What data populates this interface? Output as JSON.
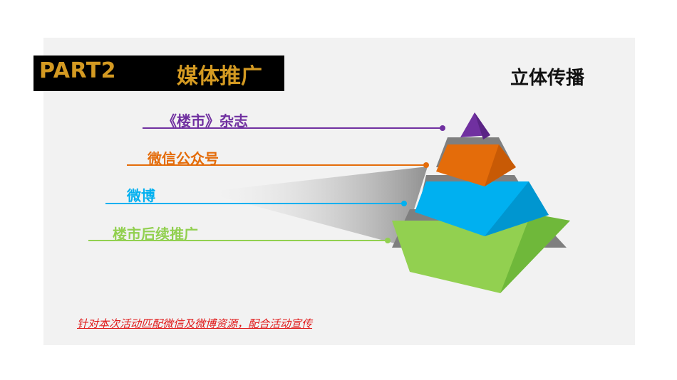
{
  "header": {
    "part_label": "PART2",
    "part_title": "媒体推广",
    "side_title": "立体传播"
  },
  "tiers": [
    {
      "label": "《楼市》杂志",
      "color": "#7030a0"
    },
    {
      "label": "微信公众号",
      "color": "#e46c0a"
    },
    {
      "label": "微博",
      "color": "#00b0f0"
    },
    {
      "label": "楼市后续推广",
      "color": "#92d050"
    }
  ],
  "note": "针对本次活动匹配微信及微博资源，配合活动宣传",
  "colors": {
    "accent_gold": "#d49a22",
    "note_red": "#e01818",
    "pyramid_gray": "#7f7f7f"
  }
}
